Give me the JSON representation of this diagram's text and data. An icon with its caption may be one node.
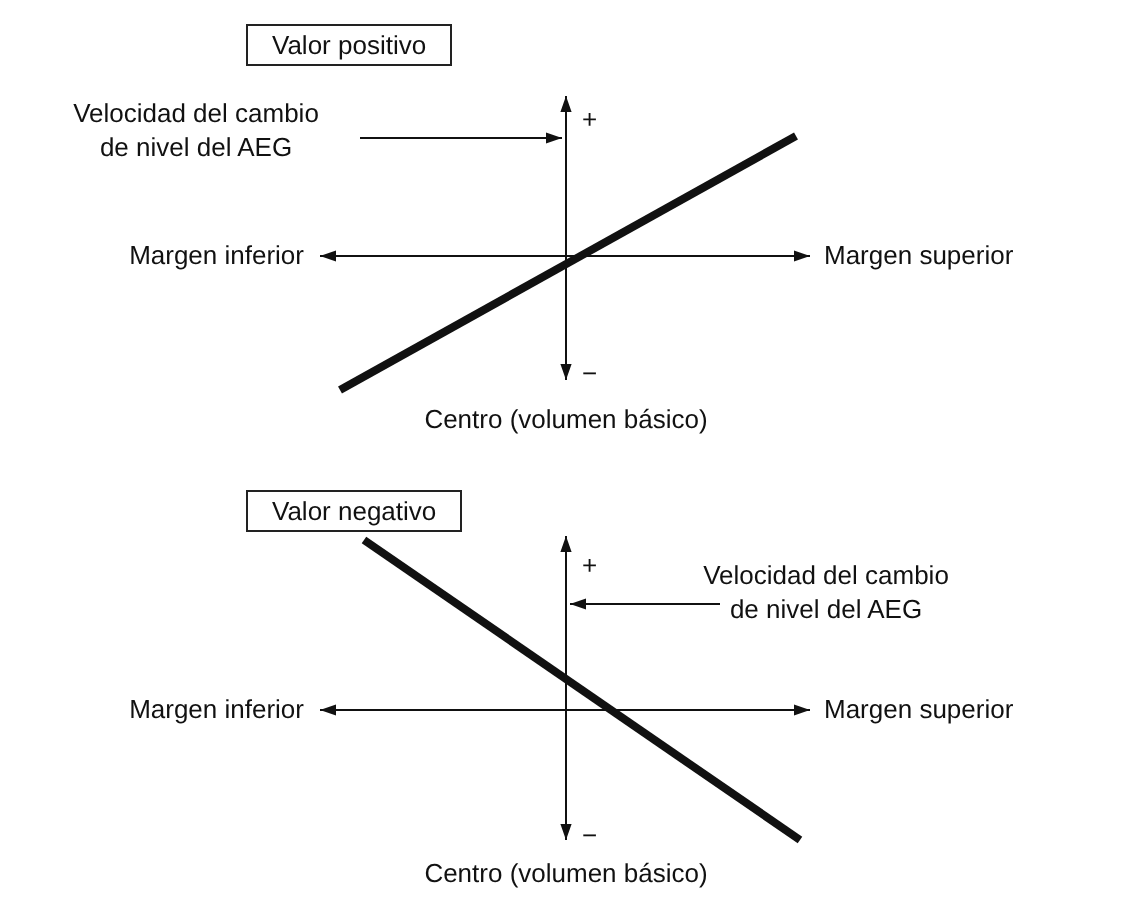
{
  "diagram": {
    "nodes": [
      {
        "text": [
          "Valor positivo"
        ]
      },
      {
        "text": [
          "Velocidad del cambio de nivel del AEG"
        ]
      },
      {
        "text": [
          "Valor negativo"
        ]
      },
      {
        "text": [
          "Velocidad del cambio de nivel del AEG"
        ]
      },
      {
        "text": [],
        "shape": "line"
      },
      {
        "text": [],
        "shape": "line"
      }
    ],
    "edges": [
      {
        "from": 1,
        "to": 4,
        "arrow": "to"
      },
      {
        "from": 3,
        "to": 5,
        "arrow": "to"
      }
    ],
    "labels": [
      "+",
      "Margen inferior",
      "Margen superior",
      "−",
      "Centro (volumen básico)",
      "+",
      "Margen inferior",
      "Margen superior",
      "−",
      "Centro (volumen básico)"
    ]
  }
}
